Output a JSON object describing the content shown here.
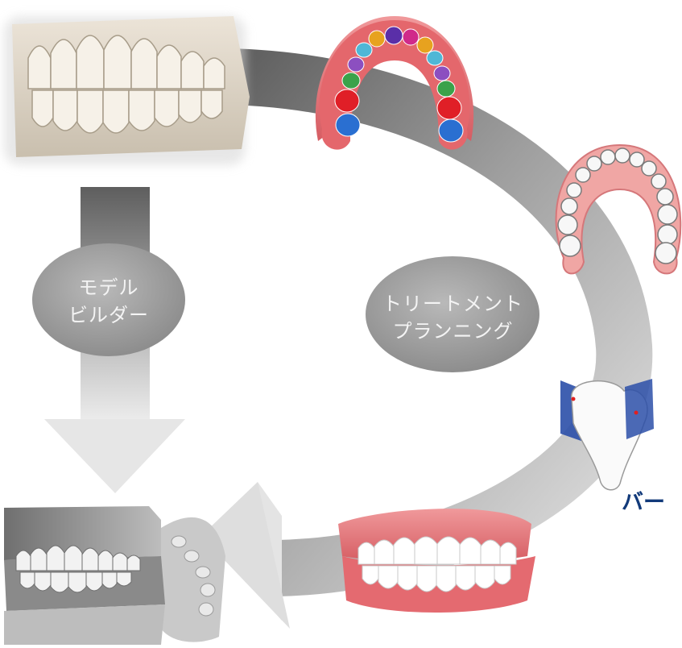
{
  "labels": {
    "model_builder_line1": "モデル",
    "model_builder_line2": "ビルダー",
    "treatment_line1": "トリートメント",
    "treatment_line2": "プランニング",
    "bar_partial": "バー"
  },
  "colors": {
    "gum": "#e7777b",
    "plaster": "#d7cdbd",
    "plane_blue": "#2b4fa8",
    "bar_text": "#123a7a",
    "bubble_gray": "#9a9a9a"
  },
  "icons": {
    "full_model": "dental-cast-icon",
    "segmented_arch": "segmented-arch-icon",
    "tooth_arch": "tooth-arch-icon",
    "single_tooth": "single-tooth-icon",
    "gum_setup": "gum-setup-icon",
    "articulator": "articulator-icon"
  }
}
